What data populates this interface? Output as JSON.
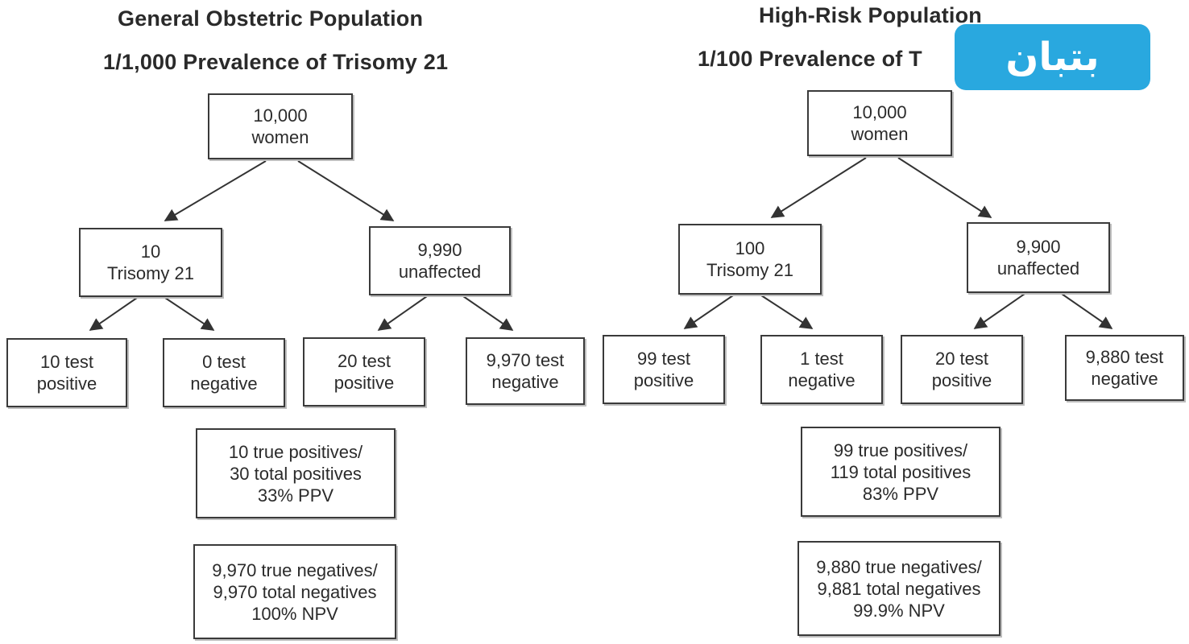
{
  "left": {
    "title_line1": "General Obstetric Population",
    "title_line2": "1/1,000 Prevalence of Trisomy 21",
    "root": [
      "10,000",
      "women"
    ],
    "affected": [
      "10",
      "Trisomy 21"
    ],
    "unaffected": [
      "9,990",
      "unaffected"
    ],
    "aff_pos": [
      "10 test",
      "positive"
    ],
    "aff_neg": [
      "0 test",
      "negative"
    ],
    "unaff_pos": [
      "20 test",
      "positive"
    ],
    "unaff_neg": [
      "9,970 test",
      "negative"
    ],
    "ppv": [
      "10 true positives/",
      "30 total positives",
      "33% PPV"
    ],
    "npv": [
      "9,970 true negatives/",
      "9,970 total negatives",
      "100% NPV"
    ]
  },
  "right": {
    "title_line1": "High-Risk Population",
    "title_line2": "1/100 Prevalence of T",
    "root": [
      "10,000",
      "women"
    ],
    "affected": [
      "100",
      "Trisomy 21"
    ],
    "unaffected": [
      "9,900",
      "unaffected"
    ],
    "aff_pos": [
      "99 test",
      "positive"
    ],
    "aff_neg": [
      "1 test",
      "negative"
    ],
    "unaff_pos": [
      "20 test",
      "positive"
    ],
    "unaff_neg": [
      "9,880 test",
      "negative"
    ],
    "ppv": [
      "99 true positives/",
      "119 total positives",
      "83% PPV"
    ],
    "npv": [
      "9,880 true negatives/",
      "9,881 total negatives",
      "99.9% NPV"
    ]
  },
  "watermark": {
    "text": "بتبان",
    "color": "#29a8df"
  }
}
